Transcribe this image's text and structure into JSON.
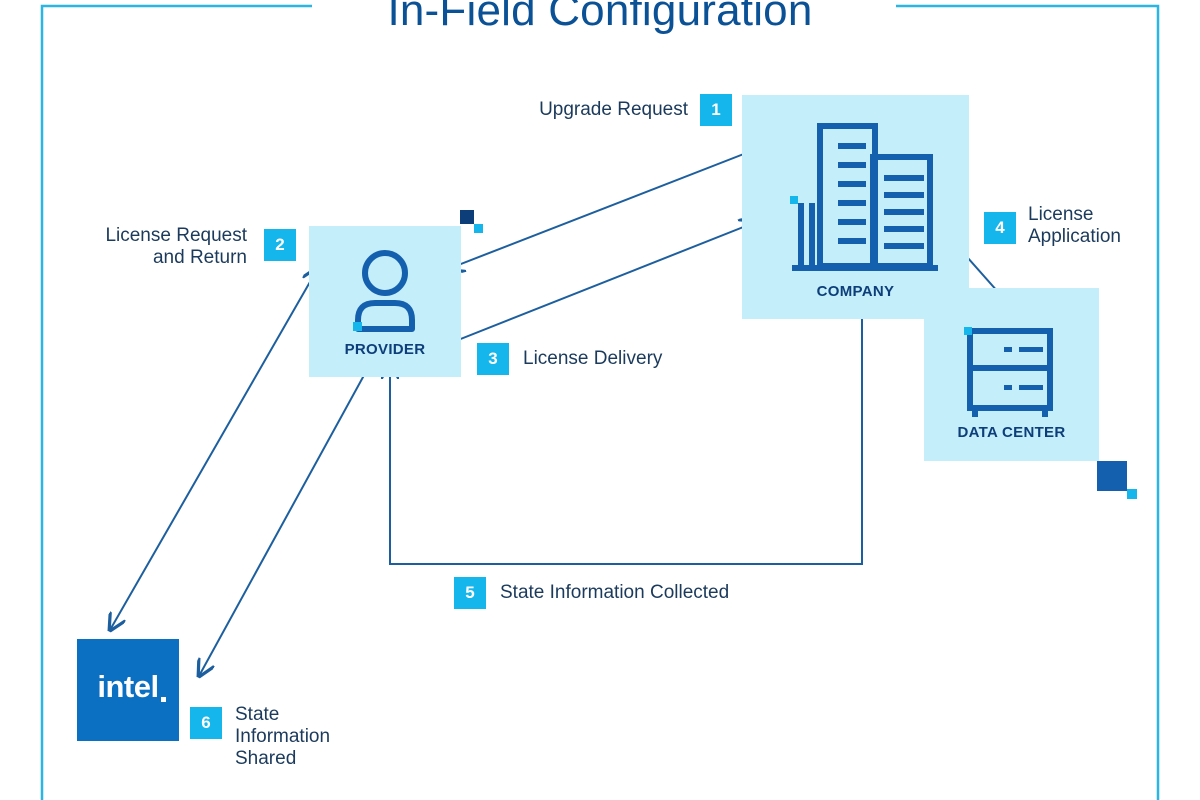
{
  "title": "In-Field Configuration",
  "nodes": {
    "provider": {
      "label": "PROVIDER"
    },
    "company": {
      "label": "COMPANY"
    },
    "data_center": {
      "label": "DATA CENTER"
    },
    "intel": {
      "label": "intel"
    }
  },
  "steps": [
    {
      "number": "1",
      "text": "Upgrade Request"
    },
    {
      "number": "2",
      "text_line1": "License Request",
      "text_line2": "and Return"
    },
    {
      "number": "3",
      "text": "License Delivery"
    },
    {
      "number": "4",
      "text_line1": "License",
      "text_line2": "Application"
    },
    {
      "number": "5",
      "text": "State Information Collected"
    },
    {
      "number": "6",
      "text_line1": "State",
      "text_line2": "Information",
      "text_line3": "Shared"
    }
  ],
  "colors": {
    "box_fill": "#c3eefa",
    "badge": "#14b6ec",
    "arrow": "#1d5f9e",
    "icon": "#1560ae",
    "frame": "#2ab6e5",
    "intel_blue": "#0b6fc2"
  }
}
